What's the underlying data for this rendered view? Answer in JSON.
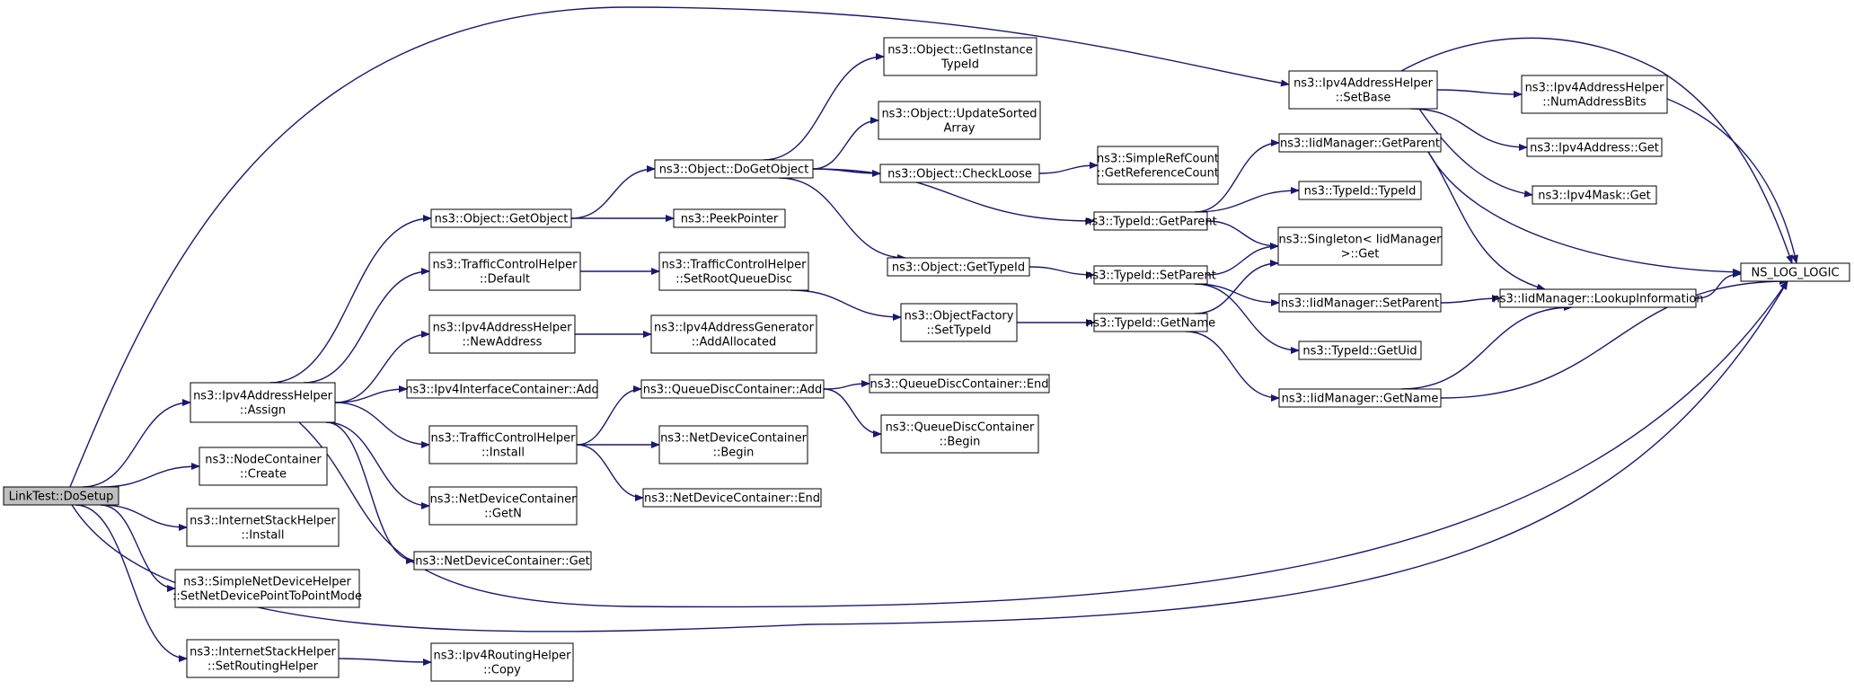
{
  "colors": {
    "edge": "#191970",
    "node_border": "#000000",
    "node_fill": "#ffffff",
    "root_fill": "#bfbfbf"
  },
  "nodes": [
    {
      "id": "dosetup",
      "lines": [
        "LinkTest::DoSetup"
      ],
      "root": true
    },
    {
      "id": "ipv4ah_assign",
      "lines": [
        "ns3::Ipv4AddressHelper",
        "::Assign"
      ]
    },
    {
      "id": "nc_create",
      "lines": [
        "ns3::NodeContainer",
        "::Create"
      ]
    },
    {
      "id": "ish_install",
      "lines": [
        "ns3::InternetStackHelper",
        "::Install"
      ]
    },
    {
      "id": "sndh_setp2p",
      "lines": [
        "ns3::SimpleNetDeviceHelper",
        "::SetNetDevicePointToPointMode"
      ]
    },
    {
      "id": "ish_setrouting",
      "lines": [
        "ns3::InternetStackHelper",
        "::SetRoutingHelper"
      ]
    },
    {
      "id": "ipv4ah_setbase",
      "lines": [
        "ns3::Ipv4AddressHelper",
        "::SetBase"
      ]
    },
    {
      "id": "ns_log_logic",
      "lines": [
        "NS_LOG_LOGIC"
      ]
    },
    {
      "id": "obj_getobject",
      "lines": [
        "ns3::Object::GetObject"
      ]
    },
    {
      "id": "tch_default",
      "lines": [
        "ns3::TrafficControlHelper",
        "::Default"
      ]
    },
    {
      "id": "ipv4ah_newaddr",
      "lines": [
        "ns3::Ipv4AddressHelper",
        "::NewAddress"
      ]
    },
    {
      "id": "ipv4ic_add",
      "lines": [
        "ns3::Ipv4InterfaceContainer::Add"
      ]
    },
    {
      "id": "tch_install",
      "lines": [
        "ns3::TrafficControlHelper",
        "::Install"
      ]
    },
    {
      "id": "ndc_getn",
      "lines": [
        "ns3::NetDeviceContainer",
        "::GetN"
      ]
    },
    {
      "id": "ndc_get",
      "lines": [
        "ns3::NetDeviceContainer::Get"
      ]
    },
    {
      "id": "ipv4rh_copy",
      "lines": [
        "ns3::Ipv4RoutingHelper",
        "::Copy"
      ]
    },
    {
      "id": "obj_dogetobject",
      "lines": [
        "ns3::Object::DoGetObject"
      ]
    },
    {
      "id": "peekpointer",
      "lines": [
        "ns3::PeekPointer"
      ]
    },
    {
      "id": "tch_setroot",
      "lines": [
        "ns3::TrafficControlHelper",
        "::SetRootQueueDisc"
      ]
    },
    {
      "id": "ipv4ag_addalloc",
      "lines": [
        "ns3::Ipv4AddressGenerator",
        "::AddAllocated"
      ]
    },
    {
      "id": "qdc_add",
      "lines": [
        "ns3::QueueDiscContainer::Add"
      ]
    },
    {
      "id": "ndc_begin",
      "lines": [
        "ns3::NetDeviceContainer",
        "::Begin"
      ]
    },
    {
      "id": "ndc_end",
      "lines": [
        "ns3::NetDeviceContainer::End"
      ]
    },
    {
      "id": "obj_getinstance",
      "lines": [
        "ns3::Object::GetInstance",
        "TypeId"
      ]
    },
    {
      "id": "obj_updatesorted",
      "lines": [
        "ns3::Object::UpdateSorted",
        "Array"
      ]
    },
    {
      "id": "obj_checkloose",
      "lines": [
        "ns3::Object::CheckLoose"
      ]
    },
    {
      "id": "obj_gettypeid",
      "lines": [
        "ns3::Object::GetTypeId"
      ]
    },
    {
      "id": "of_settypeid",
      "lines": [
        "ns3::ObjectFactory",
        "::SetTypeId"
      ]
    },
    {
      "id": "qdc_end",
      "lines": [
        "ns3::QueueDiscContainer::End"
      ]
    },
    {
      "id": "qdc_begin",
      "lines": [
        "ns3::QueueDiscContainer",
        "::Begin"
      ]
    },
    {
      "id": "src_getref",
      "lines": [
        "ns3::SimpleRefCount",
        "::GetReferenceCount"
      ]
    },
    {
      "id": "tid_getparent",
      "lines": [
        "ns3::TypeId::GetParent"
      ]
    },
    {
      "id": "tid_setparent",
      "lines": [
        "ns3::TypeId::SetParent"
      ]
    },
    {
      "id": "tid_getname",
      "lines": [
        "ns3::TypeId::GetName"
      ]
    },
    {
      "id": "iidm_getparent",
      "lines": [
        "ns3::IidManager::GetParent"
      ]
    },
    {
      "id": "tid_typeid",
      "lines": [
        "ns3::TypeId::TypeId"
      ]
    },
    {
      "id": "singleton_get",
      "lines": [
        "ns3::Singleton< IidManager",
        " >::Get"
      ]
    },
    {
      "id": "iidm_setparent",
      "lines": [
        "ns3::IidManager::SetParent"
      ]
    },
    {
      "id": "tid_getuid",
      "lines": [
        "ns3::TypeId::GetUid"
      ]
    },
    {
      "id": "iidm_getname",
      "lines": [
        "ns3::IidManager::GetName"
      ]
    },
    {
      "id": "ipv4ah_numbits",
      "lines": [
        "ns3::Ipv4AddressHelper",
        "::NumAddressBits"
      ]
    },
    {
      "id": "ipv4addr_get",
      "lines": [
        "ns3::Ipv4Address::Get"
      ]
    },
    {
      "id": "ipv4mask_get",
      "lines": [
        "ns3::Ipv4Mask::Get"
      ]
    },
    {
      "id": "iidm_lookup",
      "lines": [
        "ns3::IidManager::LookupInformation"
      ]
    }
  ],
  "edges": [
    {
      "from": "dosetup",
      "to": "ipv4ah_setbase"
    },
    {
      "from": "dosetup",
      "to": "ipv4ah_assign"
    },
    {
      "from": "dosetup",
      "to": "nc_create"
    },
    {
      "from": "dosetup",
      "to": "ish_install"
    },
    {
      "from": "dosetup",
      "to": "sndh_setp2p"
    },
    {
      "from": "dosetup",
      "to": "ish_setrouting"
    },
    {
      "from": "dosetup",
      "to": "ns_log_logic"
    },
    {
      "from": "ipv4ah_assign",
      "to": "obj_getobject"
    },
    {
      "from": "ipv4ah_assign",
      "to": "tch_default"
    },
    {
      "from": "ipv4ah_assign",
      "to": "ipv4ah_newaddr"
    },
    {
      "from": "ipv4ah_assign",
      "to": "ipv4ic_add"
    },
    {
      "from": "ipv4ah_assign",
      "to": "tch_install"
    },
    {
      "from": "ipv4ah_assign",
      "to": "ndc_getn"
    },
    {
      "from": "ipv4ah_assign",
      "to": "ndc_get"
    },
    {
      "from": "ipv4ah_assign",
      "to": "ns_log_logic"
    },
    {
      "from": "ish_setrouting",
      "to": "ipv4rh_copy"
    },
    {
      "from": "obj_getobject",
      "to": "obj_dogetobject"
    },
    {
      "from": "obj_getobject",
      "to": "peekpointer"
    },
    {
      "from": "tch_default",
      "to": "tch_setroot"
    },
    {
      "from": "ipv4ah_newaddr",
      "to": "ipv4ag_addalloc"
    },
    {
      "from": "tch_install",
      "to": "qdc_add"
    },
    {
      "from": "tch_install",
      "to": "ndc_begin"
    },
    {
      "from": "tch_install",
      "to": "ndc_end"
    },
    {
      "from": "tch_setroot",
      "to": "of_settypeid"
    },
    {
      "from": "obj_dogetobject",
      "to": "obj_getinstance"
    },
    {
      "from": "obj_dogetobject",
      "to": "obj_updatesorted"
    },
    {
      "from": "obj_dogetobject",
      "to": "obj_checkloose"
    },
    {
      "from": "obj_dogetobject",
      "to": "obj_gettypeid"
    },
    {
      "from": "obj_dogetobject",
      "to": "tid_getparent"
    },
    {
      "from": "obj_checkloose",
      "to": "src_getref"
    },
    {
      "from": "obj_gettypeid",
      "to": "tid_setparent"
    },
    {
      "from": "of_settypeid",
      "to": "tid_getname"
    },
    {
      "from": "qdc_add",
      "to": "qdc_end"
    },
    {
      "from": "qdc_add",
      "to": "qdc_begin"
    },
    {
      "from": "tid_getparent",
      "to": "iidm_getparent"
    },
    {
      "from": "tid_getparent",
      "to": "tid_typeid"
    },
    {
      "from": "tid_getparent",
      "to": "singleton_get"
    },
    {
      "from": "tid_setparent",
      "to": "singleton_get"
    },
    {
      "from": "tid_setparent",
      "to": "iidm_setparent"
    },
    {
      "from": "tid_setparent",
      "to": "tid_getuid"
    },
    {
      "from": "tid_getname",
      "to": "singleton_get"
    },
    {
      "from": "tid_getname",
      "to": "iidm_getname"
    },
    {
      "from": "iidm_getparent",
      "to": "iidm_lookup"
    },
    {
      "from": "iidm_getparent",
      "to": "ns_log_logic"
    },
    {
      "from": "iidm_setparent",
      "to": "iidm_lookup"
    },
    {
      "from": "iidm_getname",
      "to": "iidm_lookup"
    },
    {
      "from": "iidm_getname",
      "to": "ns_log_logic"
    },
    {
      "from": "iidm_lookup",
      "to": "ns_log_logic"
    },
    {
      "from": "ipv4ah_setbase",
      "to": "ipv4ah_numbits"
    },
    {
      "from": "ipv4ah_setbase",
      "to": "ipv4addr_get"
    },
    {
      "from": "ipv4ah_setbase",
      "to": "ipv4mask_get"
    },
    {
      "from": "ipv4ah_setbase",
      "to": "ns_log_logic"
    },
    {
      "from": "ipv4ah_numbits",
      "to": "ns_log_logic"
    }
  ]
}
